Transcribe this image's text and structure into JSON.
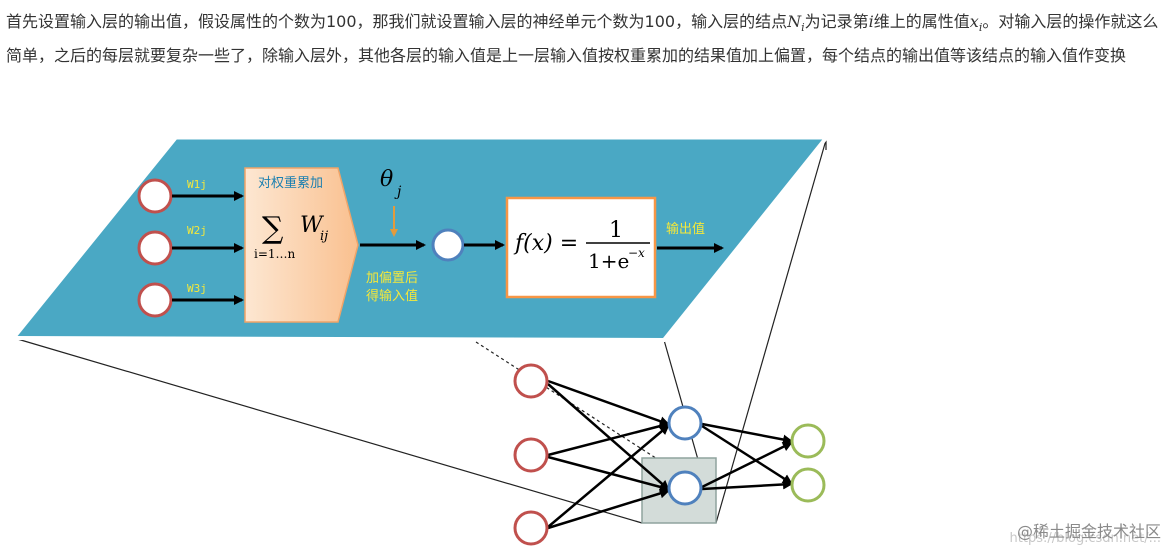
{
  "article": {
    "seg1": "首先设置输入层的输出值，假设属性的个数为100，那我们就设置输入层的神经单元个数为100，输入层的结点",
    "var_N": "N",
    "sub_i1": "i",
    "seg2": "为记录第",
    "var_i": "i",
    "seg3": "维上的属性值",
    "var_x": "x",
    "sub_i2": "i",
    "seg4": "。对输入层的操作就这么简单，之后的每层就要复杂一些了，除输入层外，其他各层的输入值是上一层输入值按权重累加的结果值加上偏置，每个结点的输出值等该结点的输入值作变换"
  },
  "figure": {
    "weights": [
      "W1j",
      "W2j",
      "W3j"
    ],
    "sum_box_title": "对权重累加",
    "sum_symbol": "∑",
    "sum_W": "W",
    "sum_W_sub": "ij",
    "sum_range": "i=1…n",
    "theta": "θ",
    "theta_sub": "j",
    "bias_label_1": "加偏置后",
    "bias_label_2": "得输入值",
    "formula_left": "f(x) =",
    "formula_num": "1",
    "formula_den": "1+e",
    "formula_exp": "−x",
    "output_label": "输出值"
  },
  "colors": {
    "panel": "#4aa8c4",
    "panel_stroke": "#ffffff",
    "input_node": "#c0504d",
    "hidden_node": "#4f81bd",
    "output_node": "#9bbb59",
    "sum_box": "#fcd5b5",
    "formula_border": "#f79646",
    "label_yellow": "#f5e83a"
  },
  "watermarks": {
    "blog": "https://blog.csdn.net/...",
    "site": "@稀土掘金技术社区"
  }
}
